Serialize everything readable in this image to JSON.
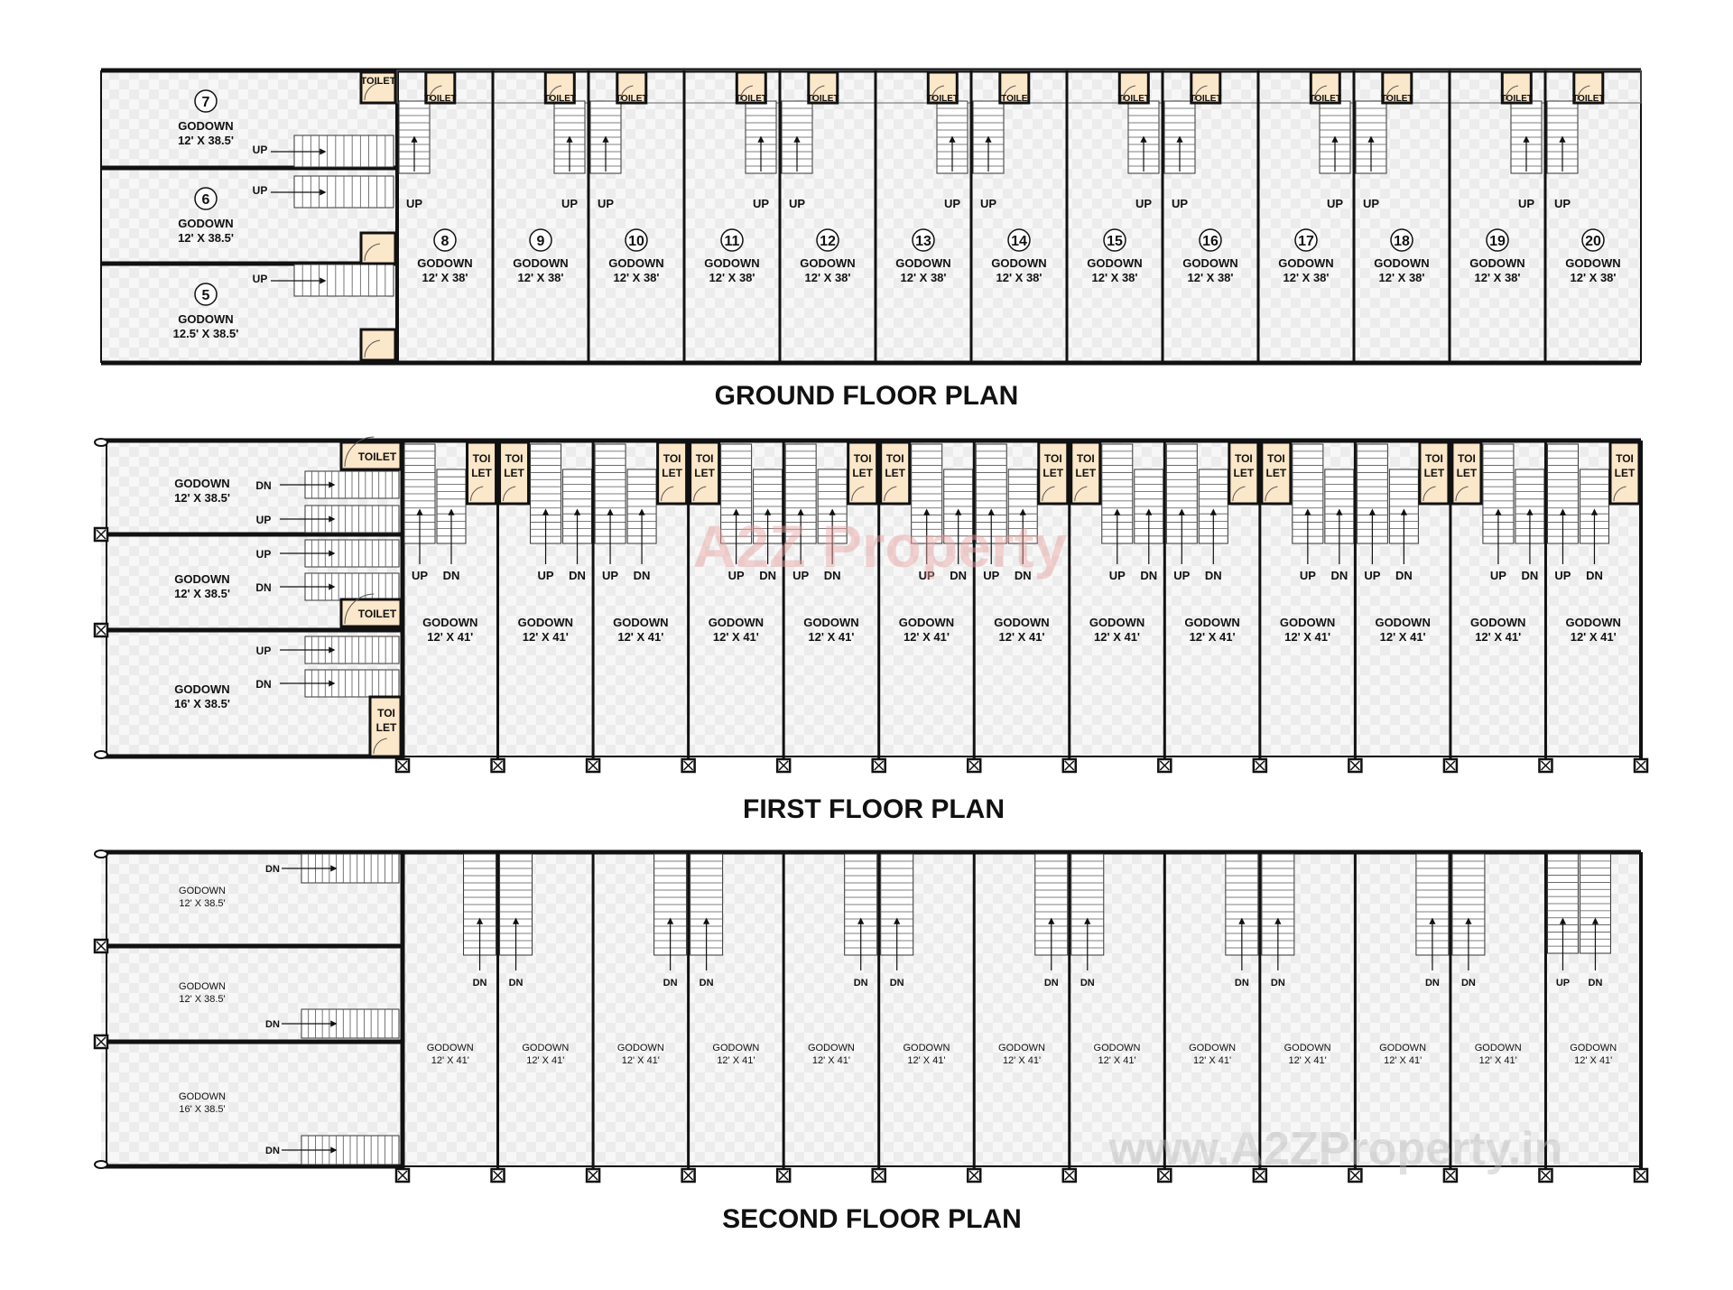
{
  "floors": [
    {
      "title": "GROUND FLOOR PLAN",
      "left_units": [
        {
          "number": "7",
          "name": "GODOWN",
          "size": "12' X 38.5'"
        },
        {
          "number": "6",
          "name": "GODOWN",
          "size": "12' X 38.5'"
        },
        {
          "number": "5",
          "name": "GODOWN",
          "size": "12.5' X 38.5'"
        }
      ],
      "left_stair_labels": [
        "UP",
        "UP",
        "UP"
      ],
      "left_toilet_label": "TOILET",
      "units": [
        {
          "number": "8",
          "name": "GODOWN",
          "size": "12' X 38'",
          "stair": "UP"
        },
        {
          "number": "9",
          "name": "GODOWN",
          "size": "12' X 38'",
          "stair": "UP"
        },
        {
          "number": "10",
          "name": "GODOWN",
          "size": "12' X 38'",
          "stair": "UP"
        },
        {
          "number": "11",
          "name": "GODOWN",
          "size": "12' X 38'",
          "stair": "UP"
        },
        {
          "number": "12",
          "name": "GODOWN",
          "size": "12' X 38'",
          "stair": "UP"
        },
        {
          "number": "13",
          "name": "GODOWN",
          "size": "12' X 38'",
          "stair": "UP"
        },
        {
          "number": "14",
          "name": "GODOWN",
          "size": "12' X 38'",
          "stair": "UP"
        },
        {
          "number": "15",
          "name": "GODOWN",
          "size": "12' X 38'",
          "stair": "UP"
        },
        {
          "number": "16",
          "name": "GODOWN",
          "size": "12' X 38'",
          "stair": "UP"
        },
        {
          "number": "17",
          "name": "GODOWN",
          "size": "12' X 38'",
          "stair": "UP"
        },
        {
          "number": "18",
          "name": "GODOWN",
          "size": "12' X 38'",
          "stair": "UP"
        },
        {
          "number": "19",
          "name": "GODOWN",
          "size": "12' X 38'",
          "stair": "UP"
        },
        {
          "number": "20",
          "name": "GODOWN",
          "size": "12' X 38'",
          "stair": "UP"
        }
      ],
      "toilet_labels": [
        "TOILET",
        "TOILET",
        "TOILET",
        "TOILET",
        "TOILET",
        "TOILET",
        "TOILE",
        "TOILET",
        "TOILET",
        "TOILET",
        "TOILET",
        "TOILET",
        "TOILET"
      ]
    },
    {
      "title": "FIRST FLOOR PLAN",
      "left_units": [
        {
          "name": "GODOWN",
          "size": "12' X 38.5'"
        },
        {
          "name": "GODOWN",
          "size": "12' X 38.5'"
        },
        {
          "name": "GODOWN",
          "size": "16' X 38.5'"
        }
      ],
      "left_stair_labels": [
        "DN",
        "UP",
        "UP",
        "DN",
        "UP",
        "DN"
      ],
      "left_toilet_labels": [
        "TOILET",
        "TOILET",
        "TOI",
        "LET"
      ],
      "unit": {
        "name": "GODOWN",
        "size": "12' X 41'"
      },
      "unit_count": 13,
      "stair_labels": [
        "UP",
        "DN"
      ],
      "toilet_label_top": "TOI",
      "toilet_label_bottom": "LET"
    },
    {
      "title": "SECOND FLOOR PLAN",
      "left_units": [
        {
          "name": "GODOWN",
          "size": "12' X 38.5'"
        },
        {
          "name": "GODOWN",
          "size": "12' X 38.5'"
        },
        {
          "name": "GODOWN",
          "size": "16' X 38.5'"
        }
      ],
      "left_stair_labels": [
        "DN",
        "DN",
        "DN"
      ],
      "unit": {
        "name": "GODOWN",
        "size": "12' X 41'"
      },
      "unit_count": 13,
      "stair_label": "DN",
      "last_stair_labels": [
        "UP",
        "DN"
      ]
    }
  ],
  "watermarks": [
    "A2Z Property",
    "www.A2ZProperty.in"
  ],
  "colors": {
    "wall": "#111111",
    "toilet_fill": "#fbe7c9",
    "tile_light": "#f7f7f7",
    "tile_dark": "#ececec",
    "watermark": [
      "#e8a0a0",
      "#f0c890",
      "#a8c8f0",
      "#a0d8a0",
      "#f0e090"
    ]
  }
}
